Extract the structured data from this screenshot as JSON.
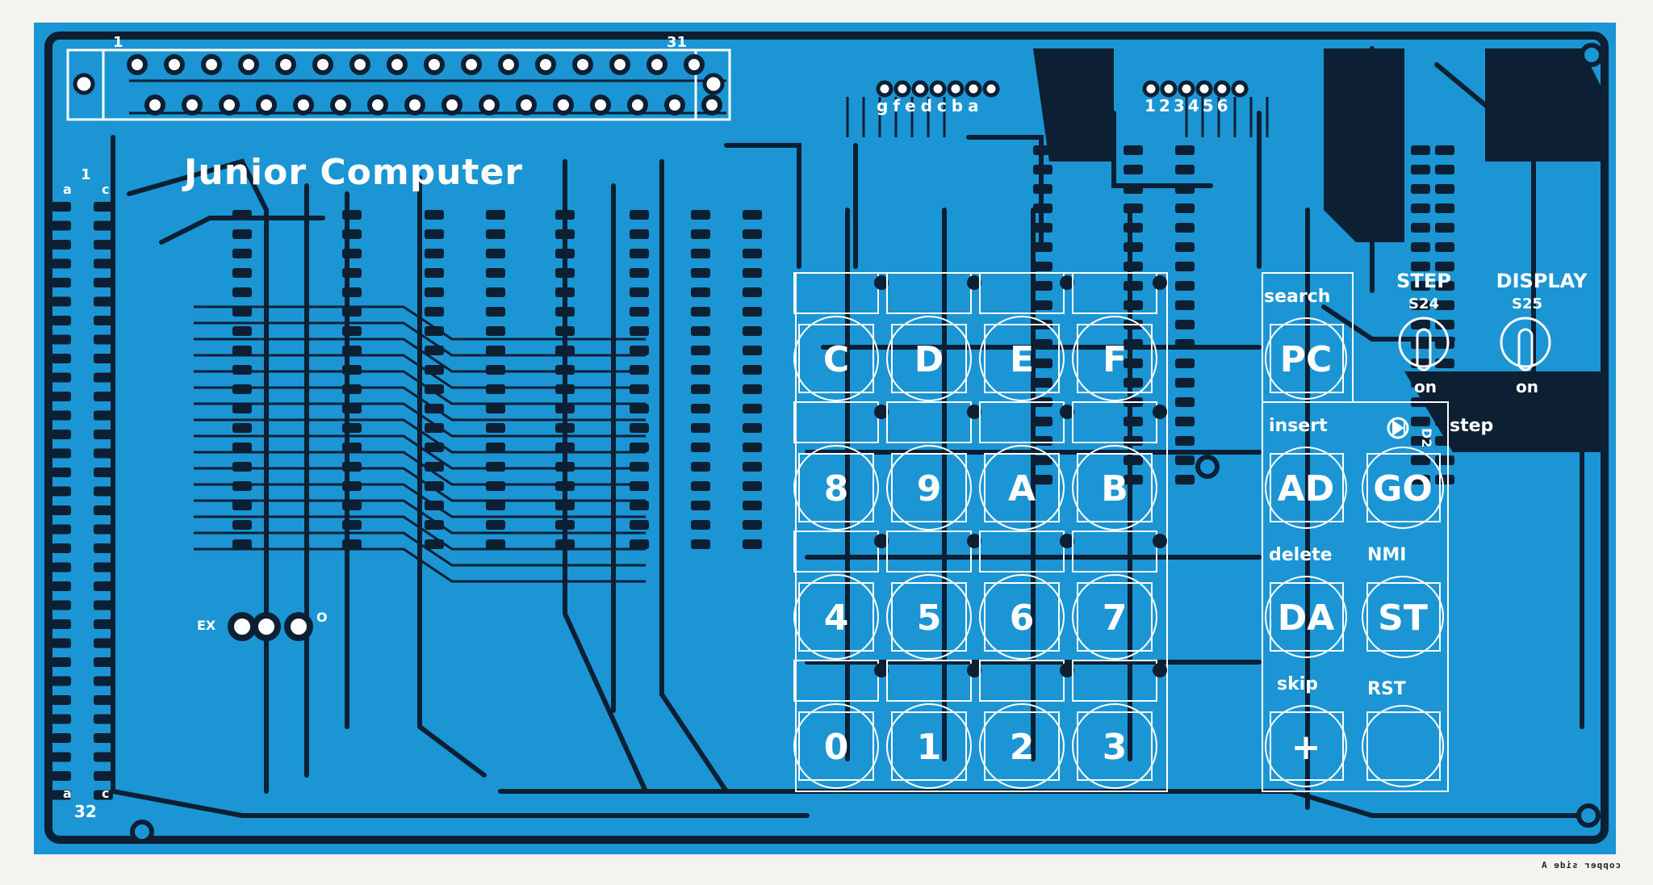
{
  "board": {
    "title": "Junior Computer",
    "colors": {
      "substrate": "#1b95d3",
      "trace": "#0c1f33",
      "silk": "#ffffff",
      "paper": "#f5f3ef"
    },
    "connector_top": {
      "pin_first": "1",
      "pin_last": "31"
    },
    "display_segments": "gfedcba",
    "display_digits": "123456",
    "edge_connector": {
      "top_left": "a",
      "top_mid": "1",
      "top_right": "c",
      "bottom_left": "a",
      "bottom_mid": "32",
      "bottom_right": "c"
    },
    "jumper": {
      "left": "EX",
      "right": "O"
    },
    "keypad_hex": [
      [
        "C",
        "D",
        "E",
        "F"
      ],
      [
        "8",
        "9",
        "A",
        "B"
      ],
      [
        "4",
        "5",
        "6",
        "7"
      ],
      [
        "0",
        "1",
        "2",
        "3"
      ]
    ],
    "function_keys": {
      "row1": {
        "label_above": "search",
        "key": "PC"
      },
      "row2": {
        "label_above_left": "insert",
        "label_above_right": "step",
        "key_left": "AD",
        "key_right": "GO",
        "led": "D2"
      },
      "row3": {
        "label_above_left": "delete",
        "label_above_right": "NMI",
        "key_left": "DA",
        "key_right": "ST"
      },
      "row4": {
        "label_above_left": "skip",
        "label_above_right": "RST",
        "key_left": "+",
        "key_right": ""
      }
    },
    "switches": [
      {
        "title": "STEP",
        "ref": "S24",
        "state": "on"
      },
      {
        "title": "DISPLAY",
        "ref": "S25",
        "state": "on"
      }
    ],
    "footer": "copper side A"
  }
}
